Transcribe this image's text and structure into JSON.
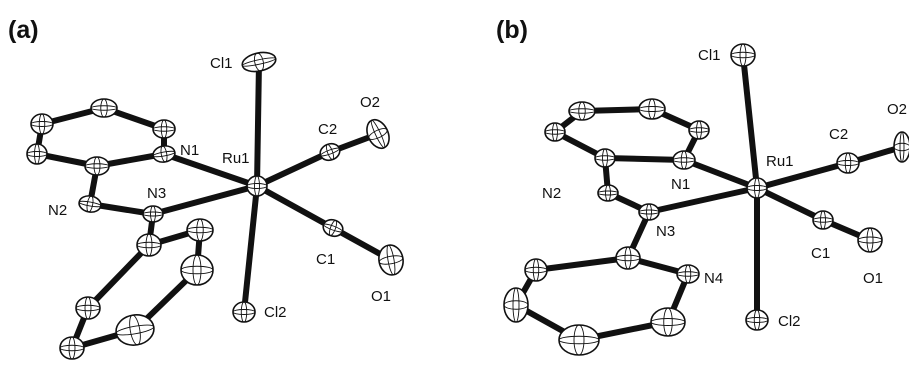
{
  "figure": {
    "panels": [
      {
        "label": "(a)",
        "atom_labels": [
          "Cl1",
          "O2",
          "C2",
          "N1",
          "Ru1",
          "N3",
          "N2",
          "C1",
          "O1",
          "Cl2"
        ]
      },
      {
        "label": "(b)",
        "atom_labels": [
          "Cl1",
          "O2",
          "C2",
          "Ru1",
          "N1",
          "N2",
          "N3",
          "C1",
          "N4",
          "O1",
          "Cl2"
        ]
      }
    ],
    "colors": {
      "ink": "#111111",
      "background": "#ffffff"
    }
  }
}
